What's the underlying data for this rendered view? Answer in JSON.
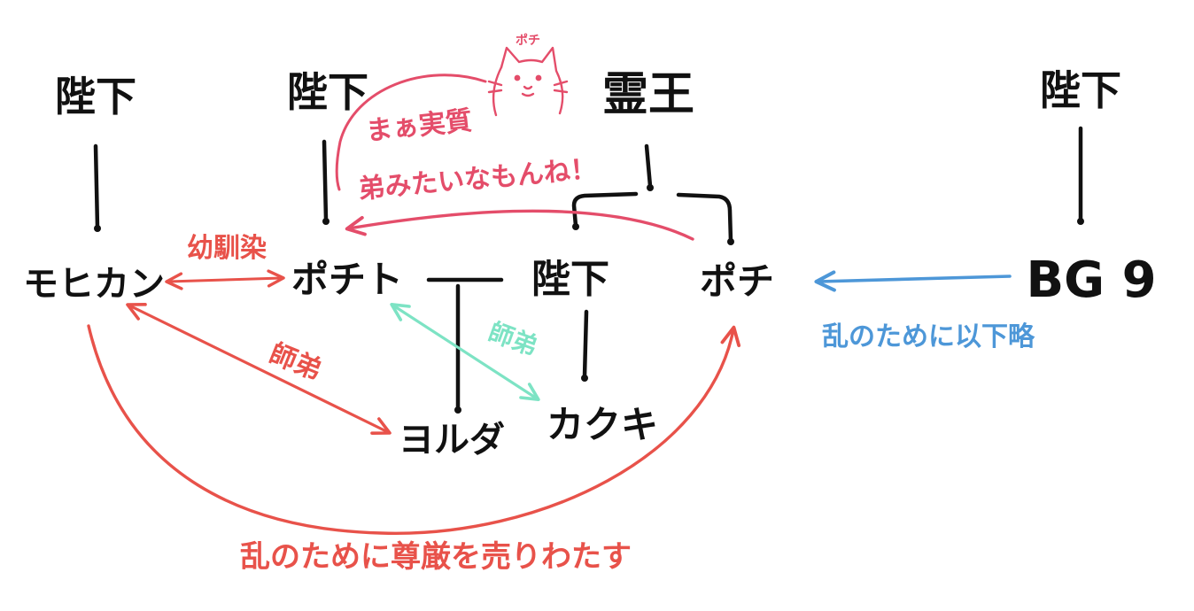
{
  "colors": {
    "ink": "#111111",
    "red": "#e8524a",
    "pink": "#e44d6a",
    "mint": "#7de3c4",
    "blue": "#4d97d8"
  },
  "nodes": {
    "heika_left": "陛下",
    "heika_mid": "陛下",
    "reio": "霊王",
    "heika_right": "陛下",
    "mohikan": "モヒカン",
    "pochito": "ポチト",
    "heika_center": "陛下",
    "pochi": "ポチ",
    "bg9": "BG 9",
    "yoruda": "ヨルダ",
    "kakuki": "カクキ"
  },
  "edge_labels": {
    "osananajimi": "幼馴染",
    "shitei_red": "師弟",
    "shitei_mint": "師弟",
    "ransame": "乱のために尊厳を売りわたす",
    "ran_ika": "乱のために以下略",
    "maa_line1": "まぁ実質",
    "maa_line2": "弟みたいなもんね！"
  },
  "cat_badge": "ポチ",
  "icons": {
    "cat": "cat-doodle-icon"
  }
}
